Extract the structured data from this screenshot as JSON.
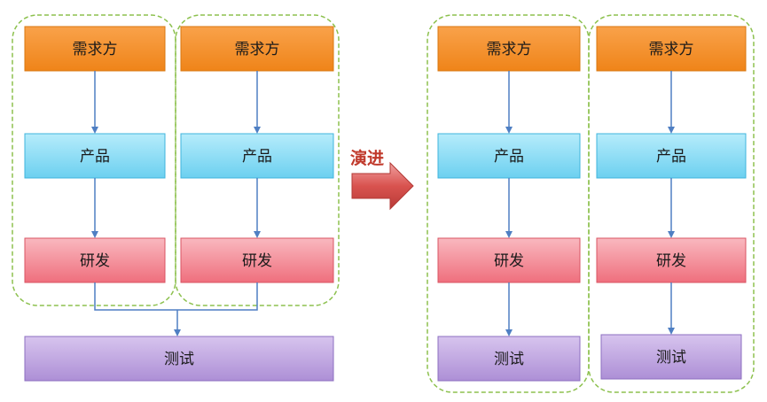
{
  "colors": {
    "demand": "#f7941d",
    "product": "#6fd3f2",
    "dev": "#f3838f",
    "test": "#b79ad9",
    "arrow": "#4f7fc3",
    "group_border": "#8dc14f",
    "evolve_arrow": "#d9534f"
  },
  "left": {
    "teams": [
      {
        "demand": "需求方",
        "product": "产品",
        "dev": "研发"
      },
      {
        "demand": "需求方",
        "product": "产品",
        "dev": "研发"
      }
    ],
    "shared_test": "测试"
  },
  "transition": {
    "label": "演进"
  },
  "right": {
    "teams": [
      {
        "demand": "需求方",
        "product": "产品",
        "dev": "研发",
        "test": "测试"
      },
      {
        "demand": "需求方",
        "product": "产品",
        "dev": "研发",
        "test": "测试"
      }
    ]
  }
}
